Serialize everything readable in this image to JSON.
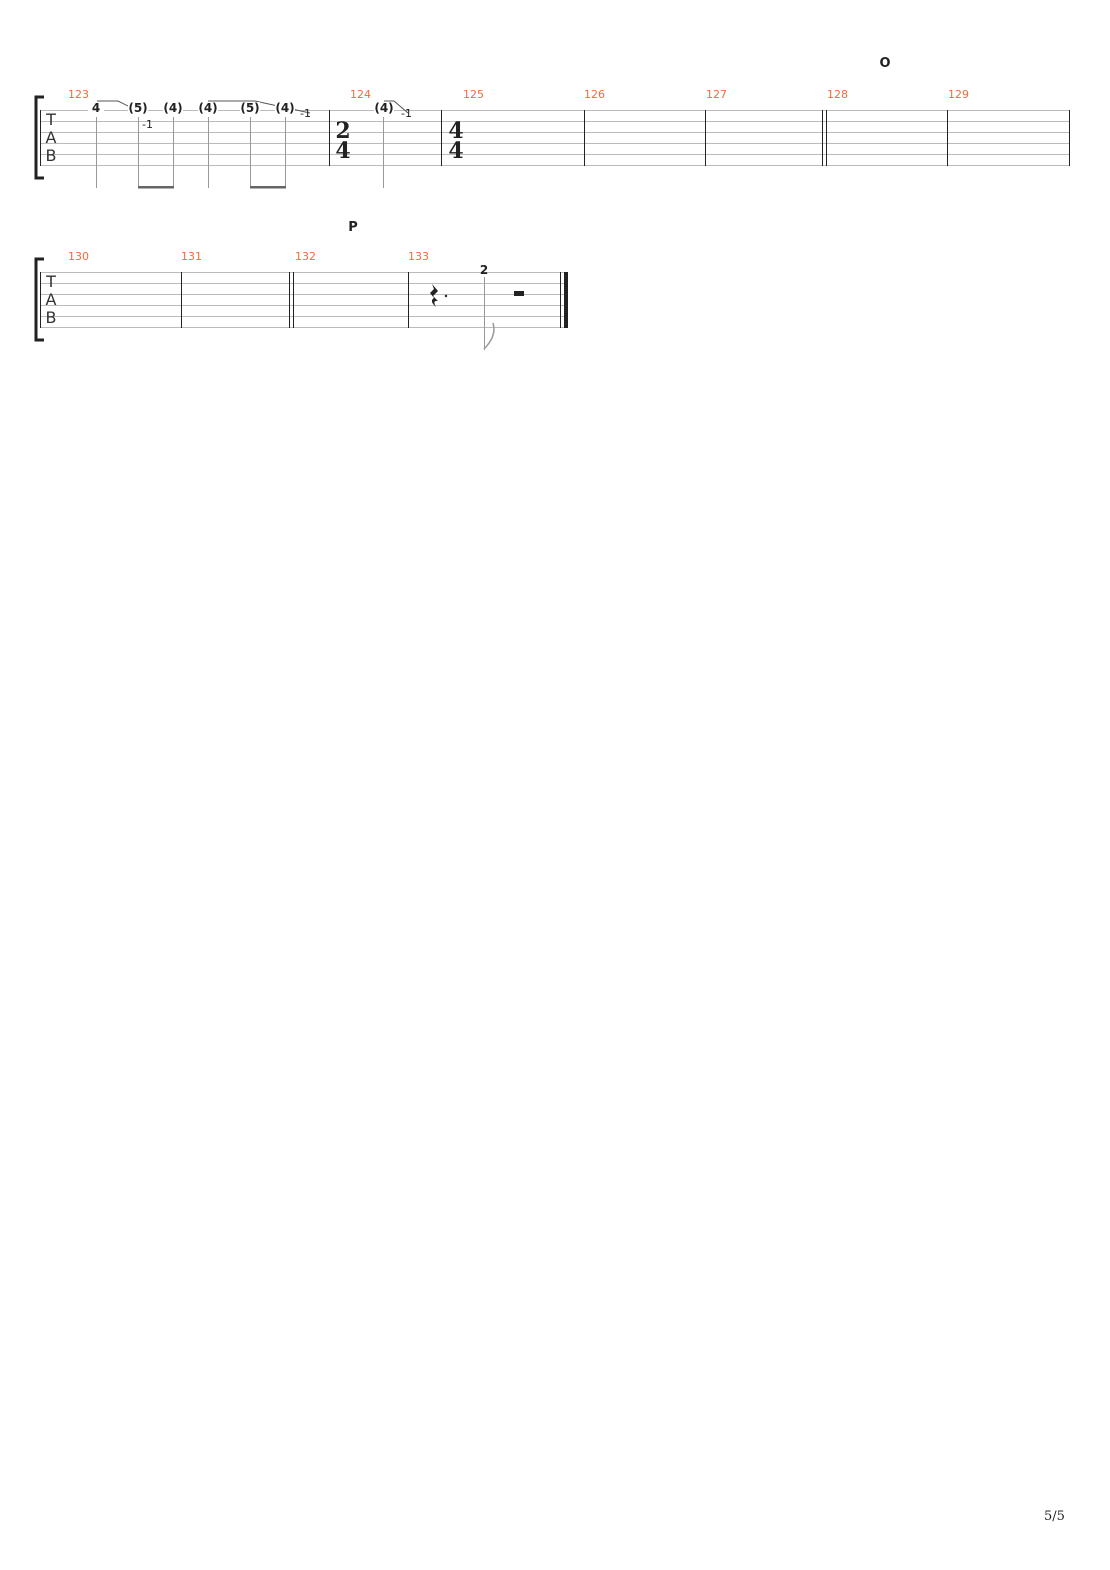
{
  "page_number": "5/5",
  "systems": [
    {
      "section_marker": "O",
      "tab_label": [
        "T",
        "A",
        "B"
      ],
      "measures": [
        "123",
        "124",
        "125",
        "126",
        "127",
        "128",
        "129"
      ],
      "time_signatures": [
        {
          "top": "2",
          "bottom": "4"
        },
        {
          "top": "4",
          "bottom": "4"
        }
      ],
      "notes": [
        "4",
        "(5)",
        "(4)",
        "(4)",
        "(5)",
        "(4)",
        "(4)"
      ],
      "bend_labels": [
        "-1",
        "-1",
        "-1"
      ]
    },
    {
      "section_marker": "P",
      "tab_label": [
        "T",
        "A",
        "B"
      ],
      "measures": [
        "130",
        "131",
        "132",
        "133"
      ],
      "notes": [
        "2"
      ]
    }
  ]
}
